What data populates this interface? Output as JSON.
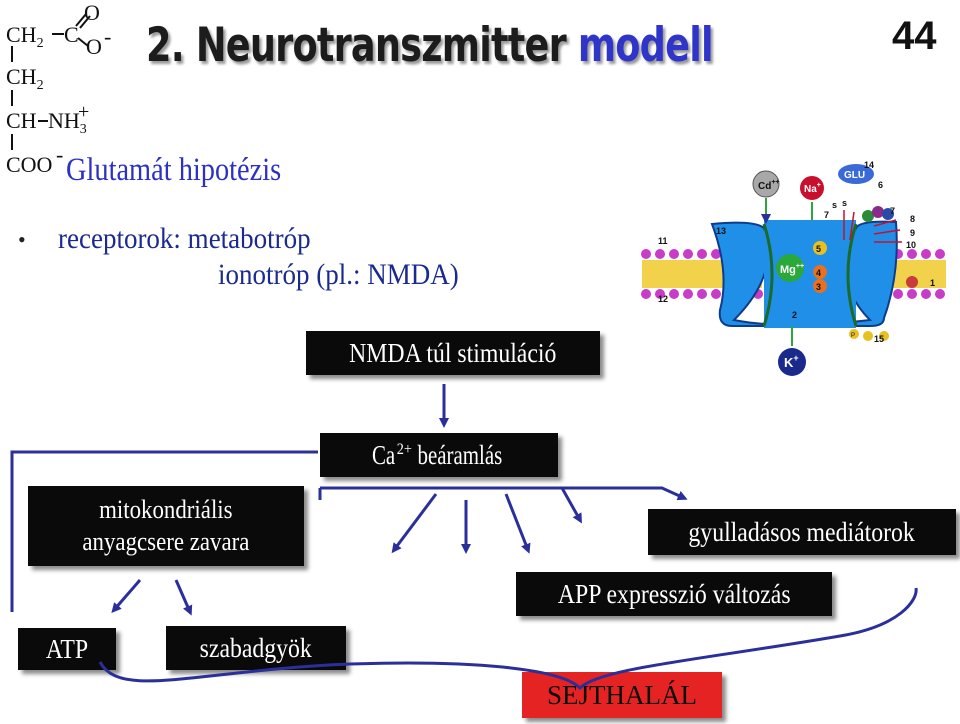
{
  "header": {
    "title_main": "2. Neurotranszmitter ",
    "title_accent": "modell",
    "page_number": "44"
  },
  "formula": {
    "row1_a": "CH",
    "row1_sub": "2",
    "row1_b": "C",
    "row1_o_top": "O",
    "row1_o_side": "O",
    "row1_minus": "-",
    "row2_a": "CH",
    "row2_sub": "2",
    "row3_a": "CH",
    "row3_b": "NH",
    "row3_sub": "3",
    "row3_plus": "+",
    "row4_a": "COO",
    "row4_minus": "-"
  },
  "subtitle": "Glutamát hipotézis",
  "receptors": {
    "bullet": "•",
    "line1": "receptorok: metabotróp",
    "line2": "ionotróp (pl.: NMDA)"
  },
  "flow": {
    "nmda": "NMDA túl stimuláció",
    "ca_prefix": "Ca",
    "ca_sup": "2+",
    "ca_suffix": " beáramlás",
    "mito_line1": "mitokondriális",
    "mito_line2": "anyagcsere zavara",
    "inflammatory": "gyulladásos mediátorok",
    "app": "APP expresszió változás",
    "atp": "ATP",
    "radicals": "szabadgyök",
    "death": "SEJTHALÁL"
  },
  "receptor_figure": {
    "ion_cd": "Cd",
    "ion_cd_charge": "++",
    "ion_na": "Na",
    "ion_na_charge": "+",
    "ion_glu": "GLU",
    "ion_mg": "Mg",
    "ion_mg_charge": "++",
    "ion_k": "K",
    "ion_k_charge": "+",
    "label_s1": "s",
    "label_s2": "s",
    "n1": "1",
    "n2": "2",
    "n3": "3",
    "n4": "4",
    "n5": "5",
    "n6": "6",
    "n7a": "7",
    "n7b": "7",
    "n8": "8",
    "n9": "9",
    "n10": "10",
    "n11": "11",
    "n12": "12",
    "n13": "13",
    "n14": "14",
    "n15": "15",
    "p_label": "P",
    "colors": {
      "channel": "#1f8fe8",
      "membrane_head": "#c83cc8",
      "membrane_tail": "#f1d24a",
      "na": "#c8102e",
      "k": "#1a2a8a"
    }
  }
}
